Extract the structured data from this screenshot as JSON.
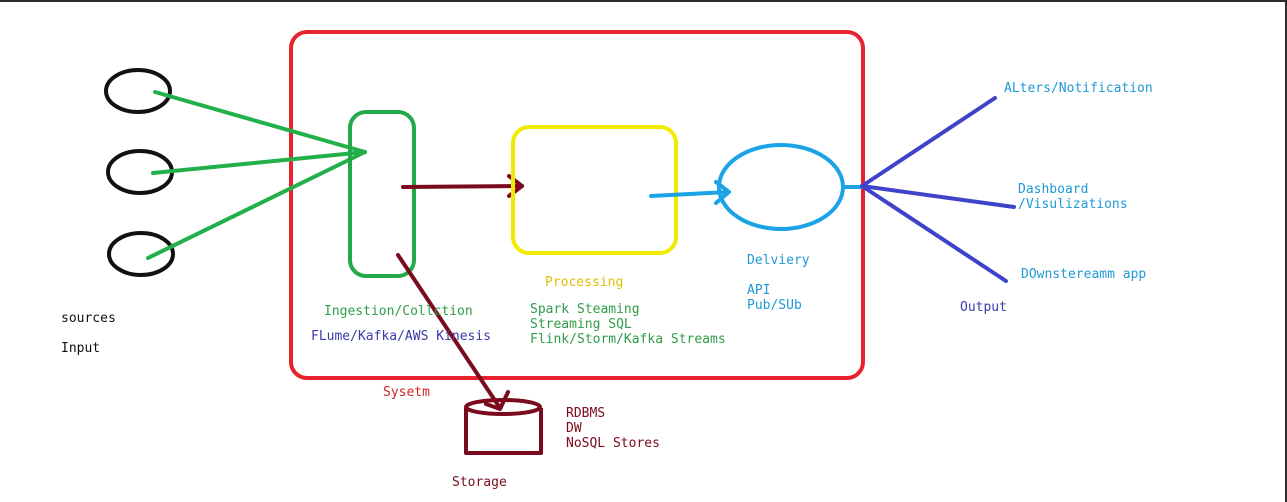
{
  "colors": {
    "system_border": "#e8232f",
    "input_circle": "#111111",
    "input_arrow": "#21b04a",
    "ingestion_box": "#23a84a",
    "processing_box": "#f2ea00",
    "delivery_ellipse": "#1aa3e6",
    "storage": "#7a0a1c",
    "output_lines": "#3f43c9"
  },
  "labels": {
    "sources": "sources",
    "input": "Input",
    "ingestion_title": "Ingestion/Collction",
    "ingestion_tools": "FLume/Kafka/AWS Kinesis",
    "processing_title": "Processing",
    "processing_tools": [
      "Spark Steaming",
      "Streaming SQL",
      "Flink/Storm/Kafka Streams"
    ],
    "delivery_title": "Delviery",
    "delivery_tools": [
      "API",
      "Pub/SUb"
    ],
    "system": "Sysetm",
    "storage_title": "Storage",
    "storage_tools": [
      "RDBMS",
      "DW",
      "NoSQL Stores"
    ],
    "output_title": "Output",
    "out_alerts": "ALters/Notification",
    "out_dashboard": [
      "Dashboard",
      "/Visulizations"
    ],
    "out_downstream": "DOwnstereamm app"
  }
}
